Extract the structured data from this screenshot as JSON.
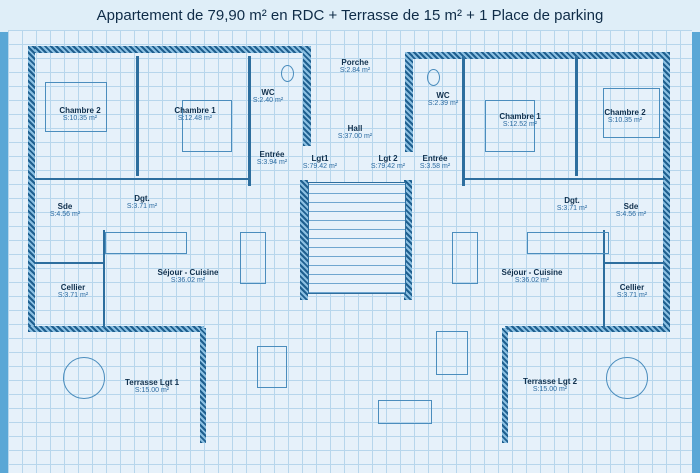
{
  "title": "Appartement de 79,90 m² en RDC + Terrasse de 15 m² + 1 Place de parking",
  "colors": {
    "background": "#5aa7d6",
    "sheet": "#e6f1fa",
    "wall": "#1e5f8f",
    "text": "#10304d"
  },
  "rooms": {
    "l_chambre2": {
      "name": "Chambre 2",
      "area": "S:10.35 m²"
    },
    "l_chambre1": {
      "name": "Chambre 1",
      "area": "S:12.48 m²"
    },
    "l_wc": {
      "name": "WC",
      "area": "S:2.40 m²"
    },
    "l_entree": {
      "name": "Entrée",
      "area": "S:3.94 m²"
    },
    "l_lgt": {
      "name": "Lgt1",
      "area": "S:79.42 m²"
    },
    "l_sde": {
      "name": "Sde",
      "area": "S:4.56 m²"
    },
    "l_dgt": {
      "name": "Dgt.",
      "area": "S:3.71 m²"
    },
    "l_sejour": {
      "name": "Séjour - Cuisine",
      "area": "S:36.02 m²"
    },
    "l_cellier": {
      "name": "Cellier",
      "area": "S:3.71 m²"
    },
    "l_terrasse": {
      "name": "Terrasse Lgt 1",
      "area": "S:15.00 m²"
    },
    "porche": {
      "name": "Porche",
      "area": "S:2.84 m²"
    },
    "hall": {
      "name": "Hall",
      "area": "S:37.00 m²"
    },
    "r_wc": {
      "name": "WC",
      "area": "S:2.39 m²"
    },
    "r_entree": {
      "name": "Entrée",
      "area": "S:3.58 m²"
    },
    "r_lgt": {
      "name": "Lgt 2",
      "area": "S:79.42 m²"
    },
    "r_chambre1": {
      "name": "Chambre 1",
      "area": "S:12.52 m²"
    },
    "r_chambre2": {
      "name": "Chambre 2",
      "area": "S:10.35 m²"
    },
    "r_dgt": {
      "name": "Dgt.",
      "area": "S:3.71 m²"
    },
    "r_sde": {
      "name": "Sde",
      "area": "S:4.56 m²"
    },
    "r_sejour": {
      "name": "Séjour - Cuisine",
      "area": "S:36.02 m²"
    },
    "r_cellier": {
      "name": "Cellier",
      "area": "S:3.71 m²"
    },
    "r_terrasse": {
      "name": "Terrasse Lgt 2",
      "area": "S:15.00 m²"
    }
  }
}
